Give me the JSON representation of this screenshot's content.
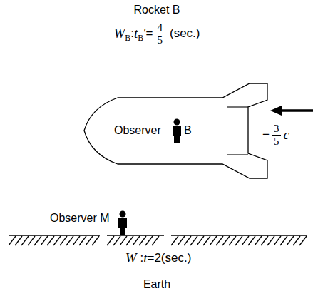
{
  "diagram": {
    "nodes": [
      {
        "text": [
          "Observer",
          "B"
        ]
      }
    ],
    "labels": [
      "Rocket B",
      "W",
      "B",
      ":",
      "t",
      "B",
      "′=",
      "4",
      "5",
      "(sec.)",
      "−",
      "3",
      "5",
      "c",
      "Observer M",
      "W",
      ":",
      "t",
      "=2(sec.)",
      "Earth"
    ]
  }
}
